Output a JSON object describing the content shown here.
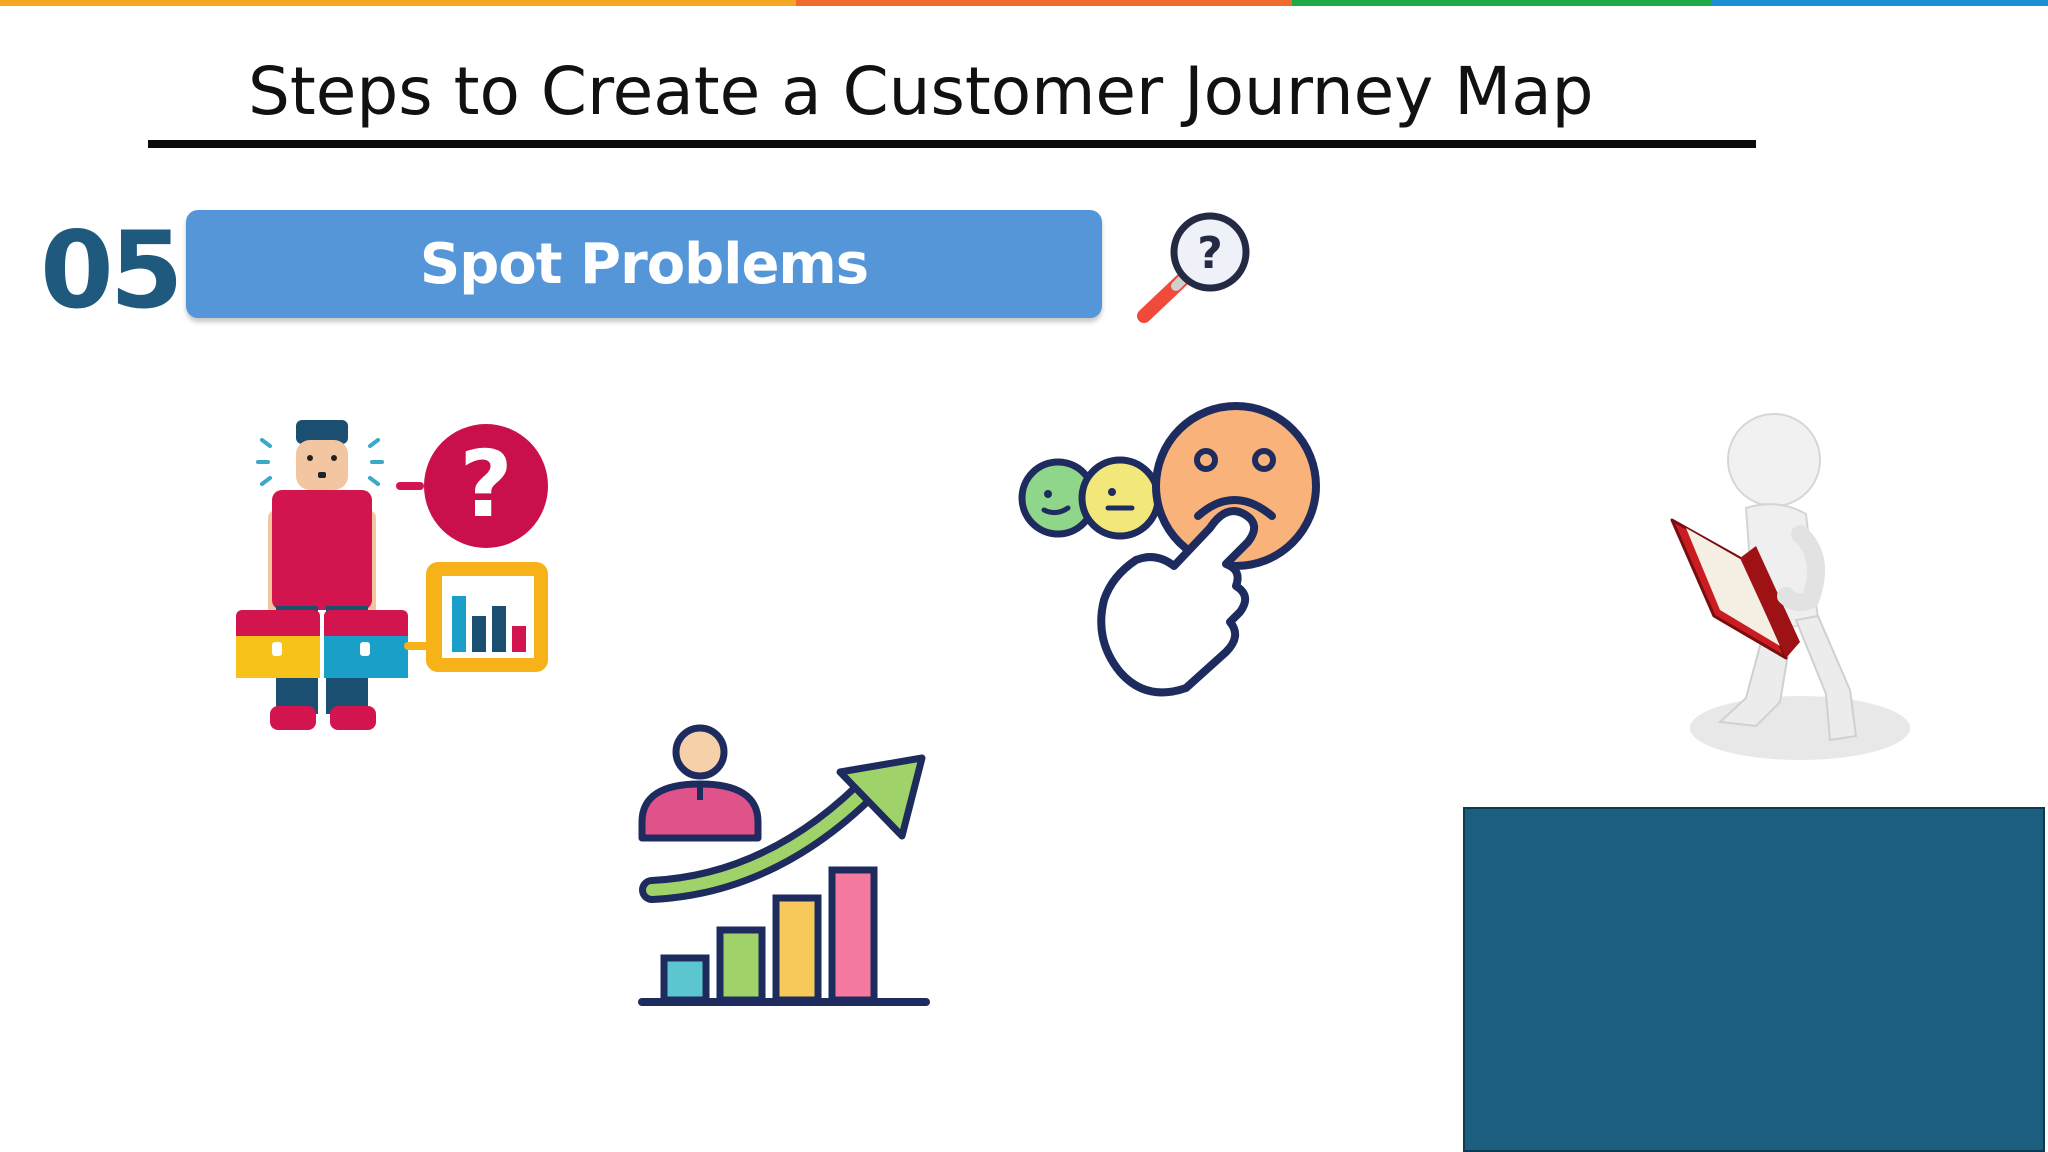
{
  "slide": {
    "title": "Steps to Create a Customer Journey Map",
    "step_number": "05",
    "step_label": "Spot Problems"
  },
  "colors": {
    "top_bar": [
      "#f5a623",
      "#ef6c2a",
      "#1faa4a",
      "#1b8ed6"
    ],
    "step_number": "#1f5a7e",
    "step_pill": "#5596d8",
    "panel": "#1b5e7e"
  },
  "icons": [
    "magnifier-question-icon",
    "confused-traveler-icon",
    "feedback-emoji-icon",
    "growth-chart-icon",
    "reading-figure-icon"
  ]
}
